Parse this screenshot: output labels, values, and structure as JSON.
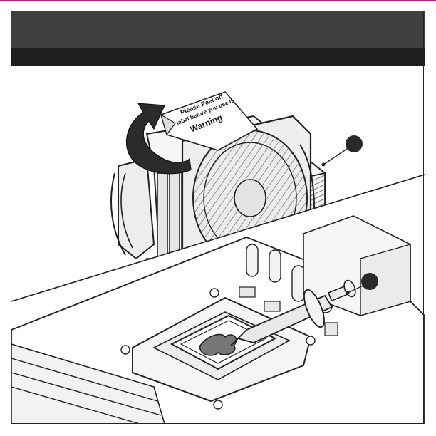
{
  "colors": {
    "accent": "#c2187a",
    "header": "#3f3f3f",
    "subheader": "#1e1e1e",
    "paste": "#777777",
    "callout": "#2a2a2a"
  },
  "sticker": {
    "line1": "Please Peel off",
    "line2": "label before you use it",
    "title": "Warning"
  }
}
